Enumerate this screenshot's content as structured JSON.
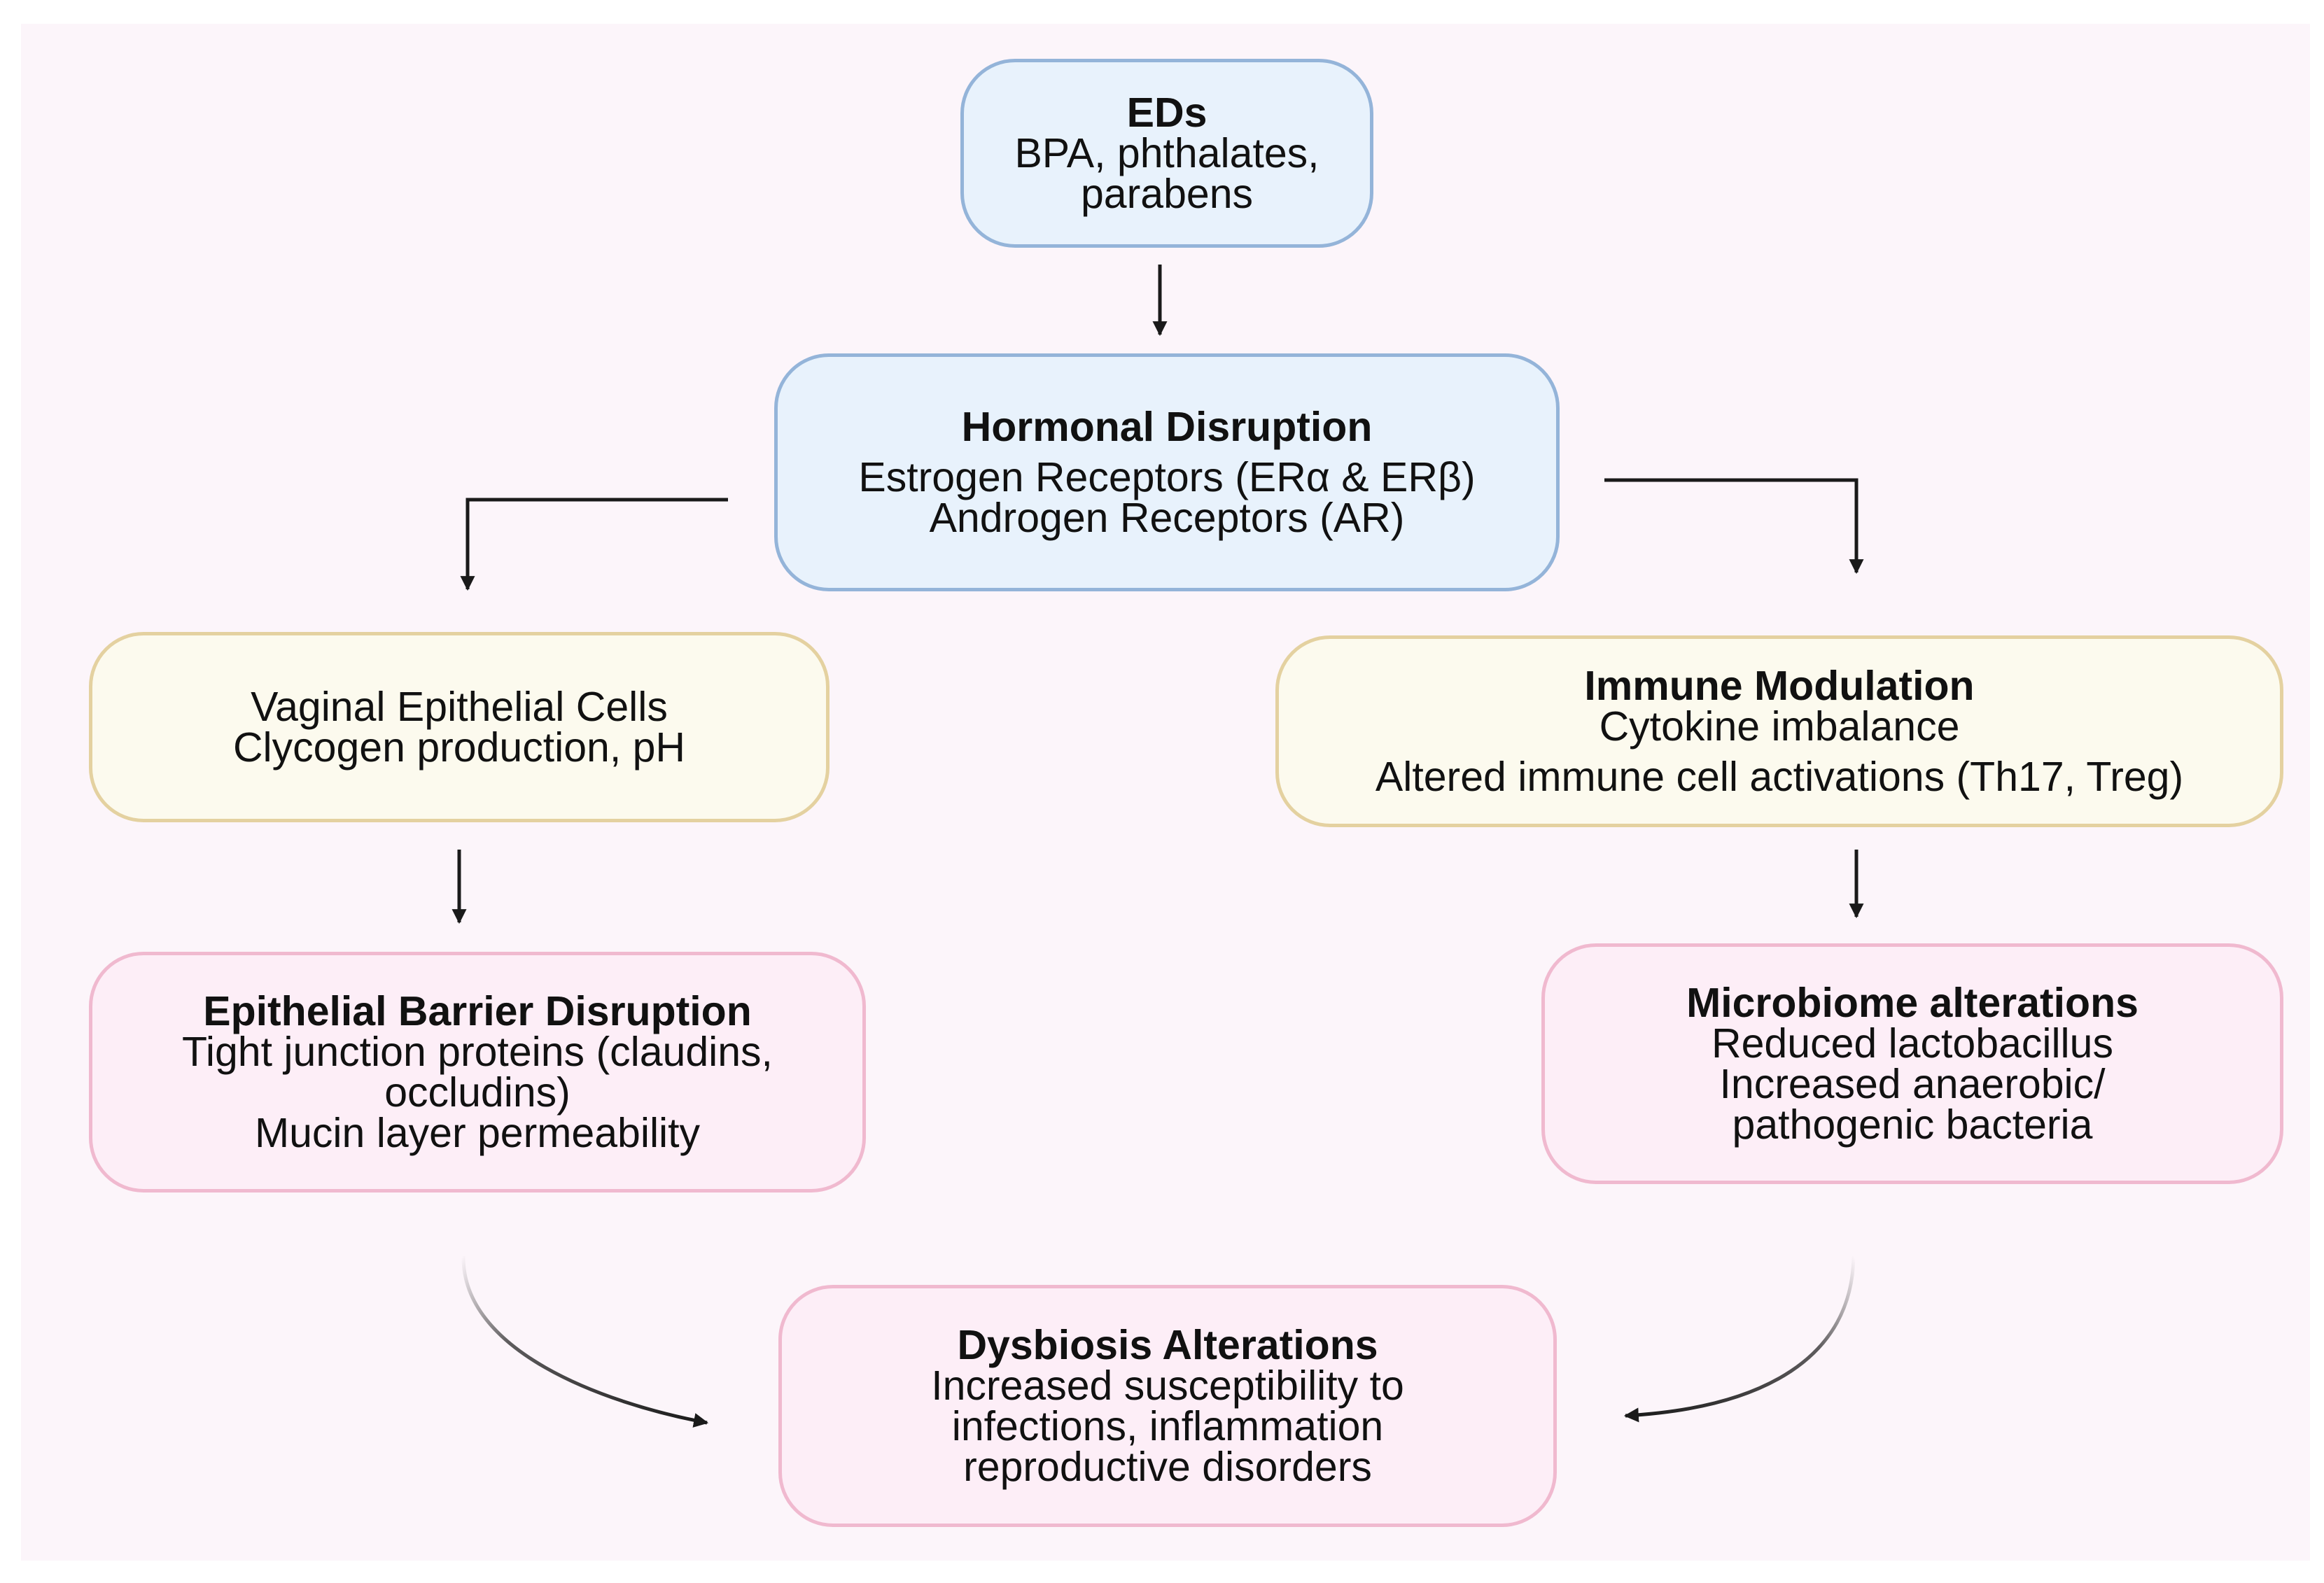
{
  "nodes": {
    "eds": {
      "title": "EDs",
      "lines": [
        "BPA, phthalates,",
        "parabens"
      ]
    },
    "hormonal": {
      "title": "Hormonal Disruption",
      "lines": [
        "Estrogen Receptors (ERα & ERβ)",
        "Androgen Receptors (AR)"
      ]
    },
    "vaginal": {
      "lines": [
        "Vaginal Epithelial Cells",
        "Clycogen production, pH"
      ]
    },
    "immune": {
      "title": "Immune Modulation",
      "lines": [
        "Cytokine imbalance",
        "Altered immune cell activations (Th17, Treg)"
      ]
    },
    "epithelial": {
      "title": "Epithelial Barrier Disruption",
      "lines": [
        "Tight junction proteins (claudins,",
        "occludins)",
        "Mucin layer permeability"
      ]
    },
    "microbiome": {
      "title": "Microbiome alterations",
      "lines": [
        "Reduced lactobacillus",
        "Increased anaerobic/",
        "pathogenic bacteria"
      ]
    },
    "dysbiosis": {
      "title": "Dysbiosis Alterations",
      "lines": [
        "Increased susceptibility to",
        "infections, inflammation",
        "reproductive disorders"
      ]
    }
  },
  "colors": {
    "blue_fill": "#e8f2fc",
    "blue_border": "#94b4d9",
    "yellow_fill": "#fcfaee",
    "yellow_border": "#e4d1a0",
    "pink_fill": "#fdeef7",
    "pink_border": "#f0b9cf",
    "arrow": "#1a1a1a",
    "background": "#fcf5fa"
  },
  "edges": [
    {
      "from": "eds",
      "to": "hormonal"
    },
    {
      "from": "hormonal",
      "to": "vaginal"
    },
    {
      "from": "hormonal",
      "to": "immune"
    },
    {
      "from": "vaginal",
      "to": "epithelial"
    },
    {
      "from": "immune",
      "to": "microbiome"
    },
    {
      "from": "epithelial",
      "to": "dysbiosis"
    },
    {
      "from": "microbiome",
      "to": "dysbiosis"
    }
  ]
}
